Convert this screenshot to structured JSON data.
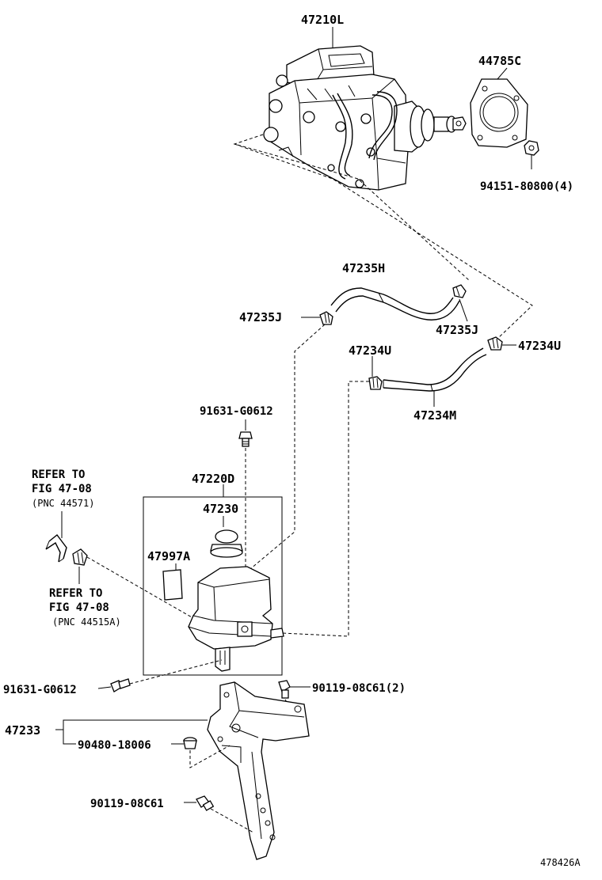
{
  "labels": {
    "pump_assy": "47210L",
    "gasket": "44785C",
    "nut": "94151-80800(4)",
    "hose_upper": "47235H",
    "clip_left": "47235J",
    "clip_right": "47235J",
    "clip_u_right": "47234U",
    "clip_u_left": "47234U",
    "hose_lower": "47234M",
    "bolt_top": "91631-G0612",
    "reservoir_assy": "47220D",
    "cap": "47230",
    "caution_label": "47997A",
    "refer_1_line1": "REFER TO",
    "refer_1_line2": "FIG 47-08",
    "refer_1_line3": "(PNC 44571)",
    "refer_2_line1": "REFER TO",
    "refer_2_line2": "FIG 47-08",
    "refer_2_line3": "(PNC 44515A)",
    "bolt_left": "91631-G0612",
    "bolt_right": "90119-08C61(2)",
    "bracket": "47233",
    "grommet": "90480-18006",
    "bolt_bottom": "90119-08C61",
    "diagram_id": "478426A"
  }
}
